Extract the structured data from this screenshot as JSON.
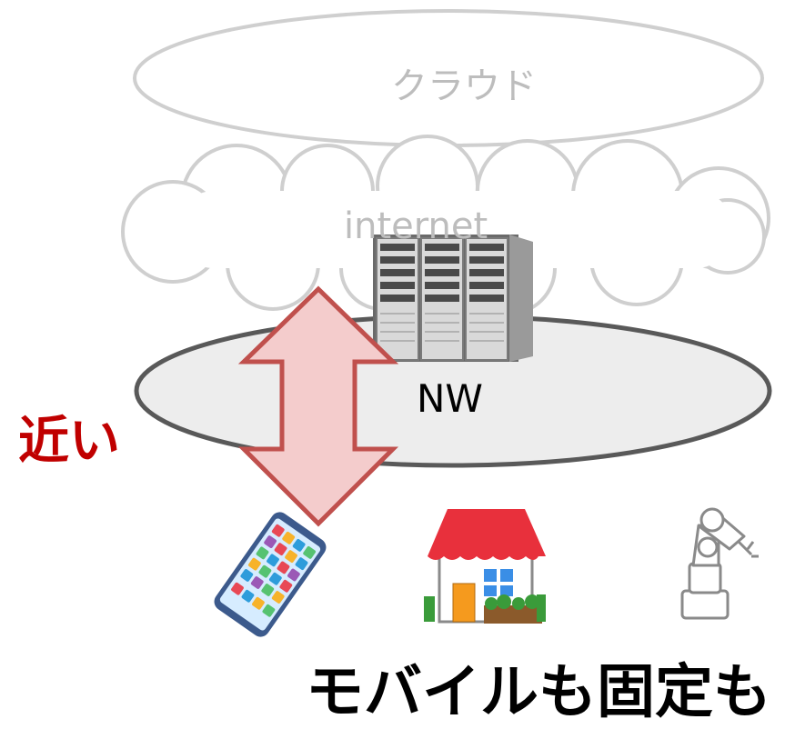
{
  "labels": {
    "cloud": "クラウド",
    "internet": "internet",
    "nw": "NW",
    "near": "近い",
    "bottom": "モバイルも固定も"
  },
  "colors": {
    "faded_outline": "#cfcfcf",
    "nw_fill": "#ededed",
    "nw_outline": "#595959",
    "arrow_fill": "#f4cccc",
    "arrow_outline": "#c0504d",
    "near_text": "#c00000",
    "house_roof": "#e8303c",
    "house_door": "#f59a1e",
    "phone_frame": "#3c5a8c"
  },
  "icons": [
    "server-rack-icon",
    "smartphone-icon",
    "house-icon",
    "robot-arm-icon"
  ]
}
